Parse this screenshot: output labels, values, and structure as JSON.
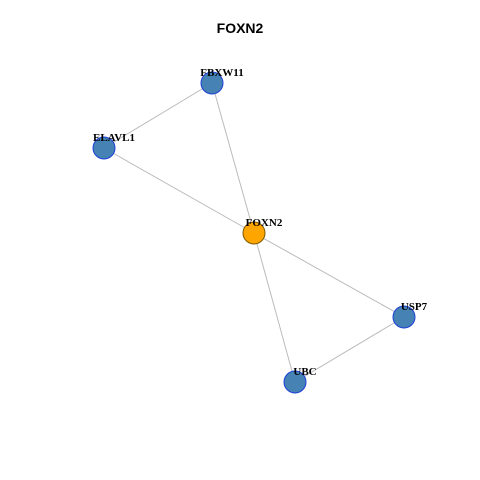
{
  "title": "FOXN2",
  "colors": {
    "hub": "#FFA500",
    "node": "#4682B4",
    "node_border": "#1E3FD6",
    "edge": "#BBBBBB"
  },
  "nodes": [
    {
      "id": "FOXN2",
      "label": "FOXN2",
      "role": "hub"
    },
    {
      "id": "FBXW11",
      "label": "FBXW11",
      "role": "neighbor"
    },
    {
      "id": "ELAVL1",
      "label": "ELAVL1",
      "role": "neighbor"
    },
    {
      "id": "USP7",
      "label": "USP7",
      "role": "neighbor"
    },
    {
      "id": "UBC",
      "label": "UBC",
      "role": "neighbor"
    }
  ],
  "edges": [
    {
      "source": "FBXW11",
      "target": "ELAVL1"
    },
    {
      "source": "FBXW11",
      "target": "FOXN2"
    },
    {
      "source": "ELAVL1",
      "target": "FOXN2"
    },
    {
      "source": "FOXN2",
      "target": "USP7"
    },
    {
      "source": "FOXN2",
      "target": "UBC"
    },
    {
      "source": "USP7",
      "target": "UBC"
    }
  ]
}
